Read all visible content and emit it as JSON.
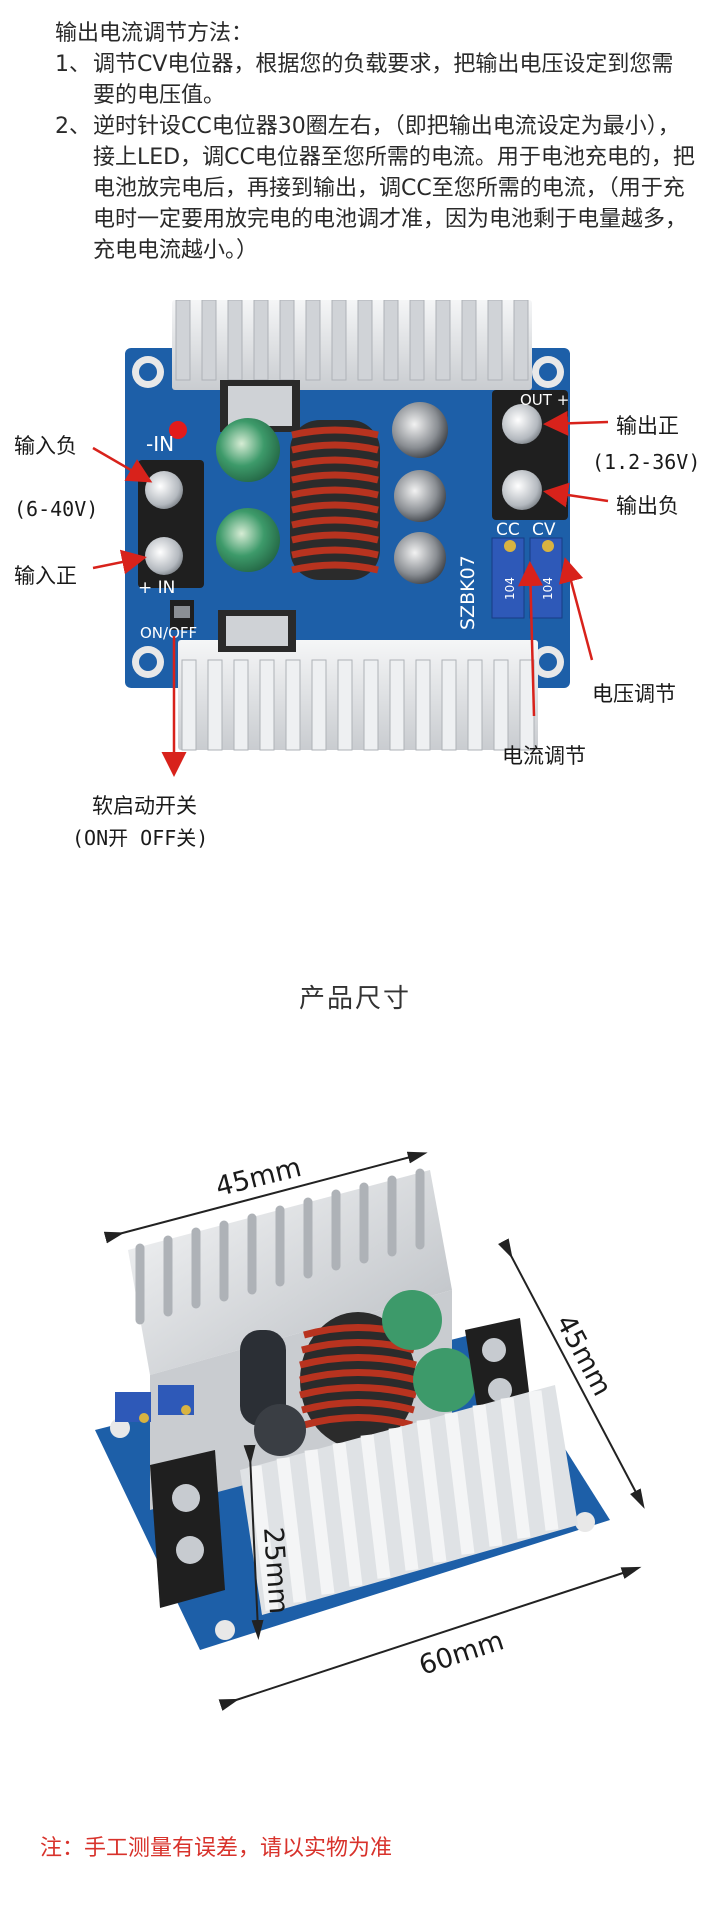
{
  "instructions": {
    "title": "输出电流调节方法：",
    "steps": [
      {
        "num": "1、",
        "text": "调节CV电位器，根据您的负载要求，把输出电压设定到您需要的电压值。"
      },
      {
        "num": "2、",
        "text": "逆时针设CC电位器30圈左右，（即把输出电流设定为最小），接上LED，调CC电位器至您所需的电流。用于电池充电的，把电池放完电后，再接到输出，调CC至您所需的电流，（用于充电时一定要用放完电的电池调才准，因为电池剩于电量越多，充电电流越小。）"
      }
    ]
  },
  "board_labels": {
    "input_negative": "输入负",
    "input_range": "(6-40V)",
    "input_positive": "输入正",
    "output_positive": "输出正",
    "output_range": "(1.2-36V)",
    "output_negative": "输出负",
    "voltage_adjust": "电压调节",
    "current_adjust": "电流调节",
    "soft_start_switch": "软启动开关",
    "switch_states": "(ON开 OFF关)"
  },
  "board_silkscreen": {
    "in_minus": "-IN",
    "in_plus": "+ IN",
    "out_plus": "OUT +",
    "on_off": "ON/OFF",
    "cc": "CC",
    "cv": "CV",
    "model": "SZBK07",
    "pot_code": "104"
  },
  "dimensions": {
    "section_title": "产品尺寸",
    "top_width": "45mm",
    "side_depth": "45mm",
    "height": "25mm",
    "length": "60mm"
  },
  "note": "注：手工测量有误差，请以实物为准",
  "colors": {
    "pcb_blue": "#1d5fa8",
    "arrow_red": "#d8221b",
    "note_red": "#d8322b",
    "heatsink": "#e4e6e8",
    "coil_copper": "#b8331f"
  }
}
